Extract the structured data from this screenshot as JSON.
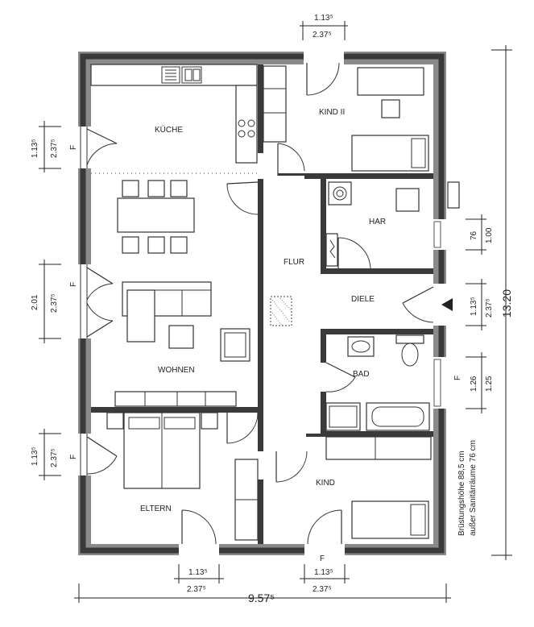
{
  "rooms": {
    "kueche": "KÜCHE",
    "kind2": "KIND II",
    "har": "HAR",
    "flur": "FLUR",
    "diele": "DIELE",
    "wohnen": "WOHNEN",
    "bad": "BAD",
    "kind": "KIND",
    "eltern": "ELTERN"
  },
  "dimensions": {
    "top_door_width": "1.13⁵",
    "top_door_height": "2.37⁵",
    "left_1_width": "1.13⁵",
    "left_1_height": "2.37⁵",
    "left_2_width": "2.01",
    "left_2_height": "2.37⁵",
    "left_3_width": "1.13⁵",
    "left_3_height": "2.37⁵",
    "right_1_width": "76",
    "right_1_height": "1.00",
    "right_2_width": "1.13⁵",
    "right_2_height": "2.37⁵",
    "right_3_width": "1.26",
    "right_3_height": "1.25",
    "bottom_1_width": "1.13⁵",
    "bottom_1_height": "2.37⁵",
    "bottom_2_width": "1.13⁵",
    "bottom_2_height": "2.37⁵",
    "total_width": "9.57⁵",
    "total_height": "13.20"
  },
  "notes": {
    "line1": "Brüstungshöhe 88,5 cm",
    "line2": "außer Sanitärräume 76 cm"
  },
  "marks": {
    "left_1": "F",
    "left_2": "F",
    "left_3": "F",
    "right_3": "F",
    "bottom_2": "F"
  }
}
